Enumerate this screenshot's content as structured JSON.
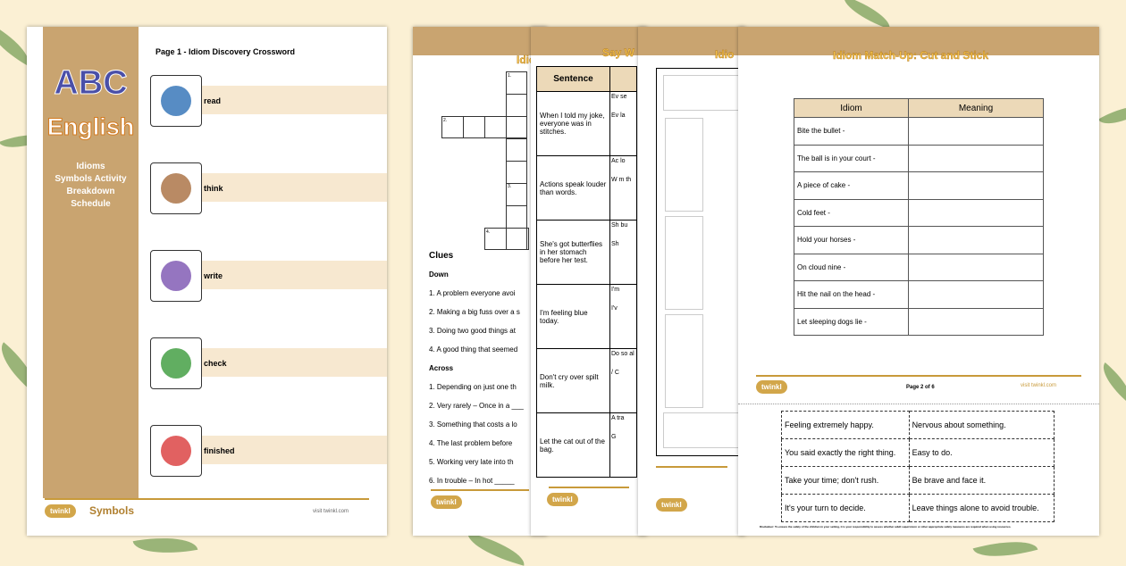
{
  "page1": {
    "side_title_1": "ABC",
    "side_title_2": "English",
    "side_subtitle": [
      "Idioms",
      "Symbols Activity",
      "Breakdown",
      "Schedule"
    ],
    "heading": "Page 1 - Idiom Discovery Crossword",
    "steps": [
      {
        "label": "read",
        "icon": "reading-person-icon"
      },
      {
        "label": "think",
        "icon": "thinking-person-icon"
      },
      {
        "label": "write",
        "icon": "writing-icon"
      },
      {
        "label": "check",
        "icon": "check-icon"
      },
      {
        "label": "finished",
        "icon": "finished-arrow-icon"
      }
    ],
    "logo": "twinkl",
    "symbols_logo": "Symbols",
    "url": "visit twinkl.com"
  },
  "page2": {
    "title": "Idio",
    "numbers": [
      "1.",
      "2.",
      "3.",
      "4."
    ],
    "clues_title": "Clues",
    "down_title": "Down",
    "down": [
      "1. A problem everyone avoi",
      "2. Making a big fuss over a s",
      "3. Doing two good things at",
      "4. A good thing that seemed"
    ],
    "across_title": "Across",
    "across": [
      "1. Depending on just one th",
      "2. Very rarely – Once in a ___",
      "3. Something that costs a lo",
      "4. The last problem before",
      "5. Working very late into th",
      "6. In trouble – In hot _____"
    ],
    "logo": "twinkl"
  },
  "page3": {
    "title": "Say W",
    "col_header": "Sentence",
    "rows": [
      {
        "sentence": "When I told my joke, everyone was in stitches.",
        "options": [
          "Ev se",
          "Ev la"
        ]
      },
      {
        "sentence": "Actions speak louder than words.",
        "options": [
          "Ac lo",
          "W m th"
        ]
      },
      {
        "sentence": "She's got butterflies in her stomach before her test.",
        "options": [
          "Sh bu",
          "Sh"
        ]
      },
      {
        "sentence": "I'm feeling blue today.",
        "options": [
          "I'm",
          "I'v"
        ]
      },
      {
        "sentence": "Don't cry over spilt milk.",
        "options": [
          "Do so al",
          "/ C"
        ]
      },
      {
        "sentence": "Let the cat out of the bag.",
        "options": [
          "A tra",
          "G"
        ]
      }
    ],
    "logo": "twinkl"
  },
  "page4": {
    "title": "Idio",
    "logo": "twinkl"
  },
  "page5": {
    "title": "Idiom Match-Up: Cut and Stick",
    "col_idiom": "Idiom",
    "col_meaning": "Meaning",
    "idioms": [
      "Bite the bullet -",
      "The ball is in your court -",
      "A piece of cake -",
      "Cold feet -",
      "Hold your horses -",
      "On cloud nine -",
      "Hit the nail on the head -",
      "Let sleeping dogs lie -"
    ],
    "page_num": "Page 2 of 6",
    "url": "visit twinkl.com",
    "logo": "twinkl",
    "cut_cards": [
      [
        "Feeling extremely happy.",
        "Nervous about something."
      ],
      [
        "You said exactly the right thing.",
        "Easy to do."
      ],
      [
        "Take your time; don't rush.",
        "Be brave and face it."
      ],
      [
        "It's your turn to decide.",
        "Leave things alone to avoid trouble."
      ]
    ],
    "disclaimer": "Disclaimer: To ensure the safety of the children in your setting, it is your responsibility to assess whether adult supervision or other appropriate safety measures are required when using resources."
  },
  "colors": {
    "tan": "#c9a470",
    "accent": "#c89a3a",
    "title_yellow": "#f4c04a",
    "abc_blue": "#4a4fa8"
  }
}
